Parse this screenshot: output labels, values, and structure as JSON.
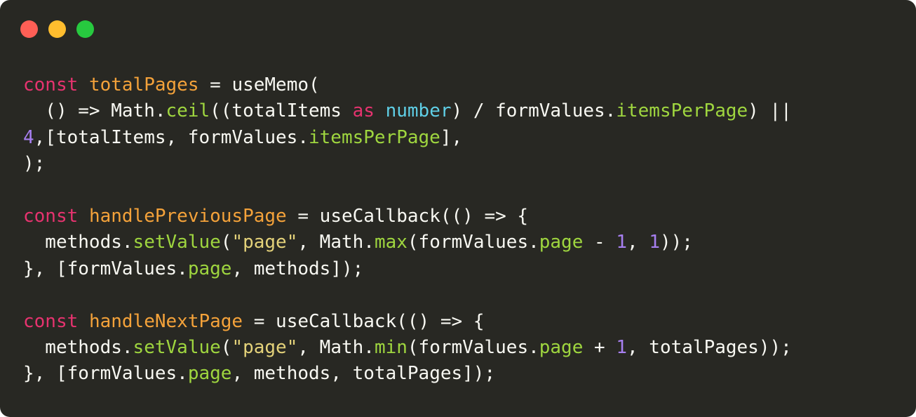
{
  "window": {
    "controls": [
      {
        "name": "close",
        "color": "#ff5f56"
      },
      {
        "name": "minimize",
        "color": "#ffbd2e"
      },
      {
        "name": "maximize",
        "color": "#27c93f"
      }
    ],
    "background": "#282823"
  },
  "code": {
    "language": "typescript",
    "lines": [
      [
        [
          "kw",
          "const"
        ],
        [
          "pl",
          " "
        ],
        [
          "fn",
          "totalPages"
        ],
        [
          "pl",
          " = useMemo("
        ]
      ],
      [
        [
          "pl",
          "  () => Math."
        ],
        [
          "mt",
          "ceil"
        ],
        [
          "pl",
          "((totalItems "
        ],
        [
          "kw",
          "as"
        ],
        [
          "pl",
          " "
        ],
        [
          "ty",
          "number"
        ],
        [
          "pl",
          ") / formValues."
        ],
        [
          "mt",
          "itemsPerPage"
        ],
        [
          "pl",
          ") ||"
        ]
      ],
      [
        [
          "num",
          "4"
        ],
        [
          "pl",
          ",[totalItems, formValues."
        ],
        [
          "mt",
          "itemsPerPage"
        ],
        [
          "pl",
          "],"
        ]
      ],
      [
        [
          "pl",
          ");"
        ]
      ],
      [],
      [
        [
          "kw",
          "const"
        ],
        [
          "pl",
          " "
        ],
        [
          "fn",
          "handlePreviousPage"
        ],
        [
          "pl",
          " = useCallback(() => {"
        ]
      ],
      [
        [
          "pl",
          "  methods."
        ],
        [
          "mt",
          "setValue"
        ],
        [
          "pl",
          "("
        ],
        [
          "str",
          "\"page\""
        ],
        [
          "pl",
          ", Math."
        ],
        [
          "mt",
          "max"
        ],
        [
          "pl",
          "(formValues."
        ],
        [
          "mt",
          "page"
        ],
        [
          "pl",
          " - "
        ],
        [
          "num",
          "1"
        ],
        [
          "pl",
          ", "
        ],
        [
          "num",
          "1"
        ],
        [
          "pl",
          "));"
        ]
      ],
      [
        [
          "pl",
          "}, [formValues."
        ],
        [
          "mt",
          "page"
        ],
        [
          "pl",
          ", methods]);"
        ]
      ],
      [],
      [
        [
          "kw",
          "const"
        ],
        [
          "pl",
          " "
        ],
        [
          "fn",
          "handleNextPage"
        ],
        [
          "pl",
          " = useCallback(() => {"
        ]
      ],
      [
        [
          "pl",
          "  methods."
        ],
        [
          "mt",
          "setValue"
        ],
        [
          "pl",
          "("
        ],
        [
          "str",
          "\"page\""
        ],
        [
          "pl",
          ", Math."
        ],
        [
          "mt",
          "min"
        ],
        [
          "pl",
          "(formValues."
        ],
        [
          "mt",
          "page"
        ],
        [
          "pl",
          " + "
        ],
        [
          "num",
          "1"
        ],
        [
          "pl",
          ", totalPages));"
        ]
      ],
      [
        [
          "pl",
          "}, [formValues."
        ],
        [
          "mt",
          "page"
        ],
        [
          "pl",
          ", methods, totalPages]);"
        ]
      ]
    ]
  }
}
